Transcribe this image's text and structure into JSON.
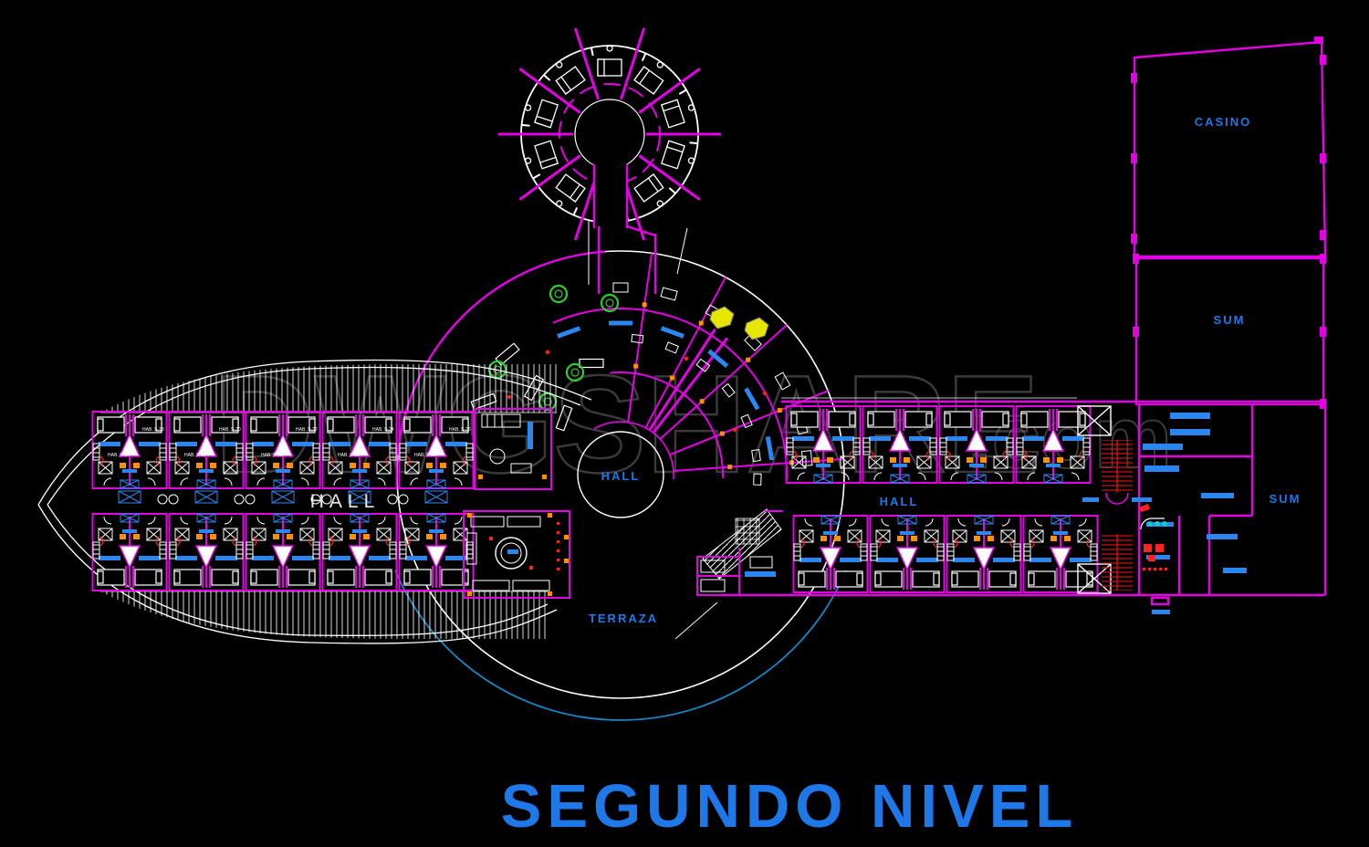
{
  "title": "SEGUNDO NIVEL",
  "watermark": {
    "main": "DWGSHARE",
    "suffix": ".com"
  },
  "labels": {
    "casino": "CASINO",
    "sum_upper": "SUM",
    "sum_right": "SUM",
    "hall_center": "HALL",
    "hall_left": "HALL",
    "hall_right": "HALL",
    "terraza": "TERRAZA"
  },
  "rooms": {
    "left_top": [
      "HAB. S-17",
      "HAB. S-18",
      "HAB. S-19",
      "HAB. S-20",
      "HAB. S-21",
      "HAB. S-22",
      "HAB. S-23",
      "HAB. S-24",
      "HAB. S-25",
      "HAB. S-26"
    ]
  },
  "colors": {
    "background": "#000000",
    "wall_magenta": "#e600e6",
    "line_white": "#ffffff",
    "text_blue": "#1e78e8",
    "terrace_cyan": "#1787c8",
    "accent_red": "#ff2222",
    "accent_orange": "#ff9100",
    "accent_yellow": "#e6e600",
    "plant_green": "#2ecc2e",
    "furniture_blue": "#2b86f0",
    "watermark_gray": "#8a8a8a"
  }
}
